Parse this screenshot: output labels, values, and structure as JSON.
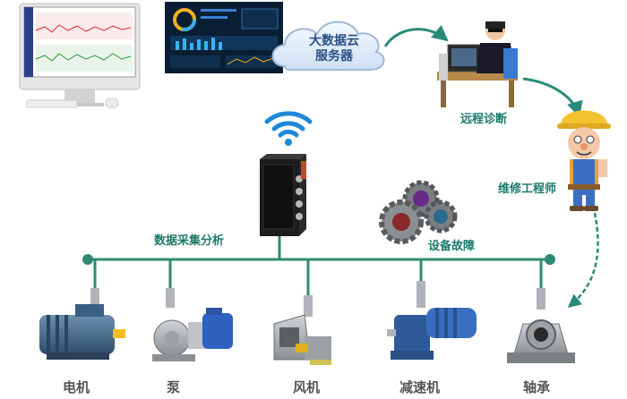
{
  "cloud": {
    "line1": "大数据云",
    "line2": "服务器"
  },
  "labels": {
    "remote": "远程诊断",
    "engineer": "维修工程师",
    "acquisition": "数据采集分析",
    "fault": "设备故障"
  },
  "equipment": [
    {
      "name": "电机"
    },
    {
      "name": "泵"
    },
    {
      "name": "风机"
    },
    {
      "name": "减速机"
    },
    {
      "name": "轴承"
    }
  ],
  "colors": {
    "bus": "#2e8b72",
    "arrow": "#2a8a7a",
    "label_teal": "#1c7a6a",
    "label_gray": "#555555",
    "wifi": "#1e88d8",
    "cloud_text": "#2a4f86"
  }
}
